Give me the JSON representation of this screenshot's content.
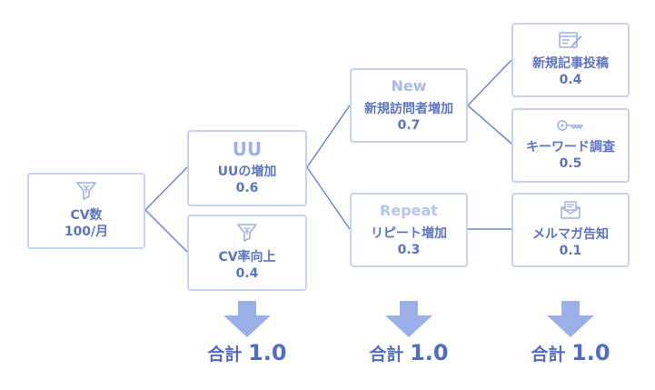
{
  "nodes": {
    "cv": {
      "title": "CV数",
      "value": "100/月",
      "icon": "yen-funnel-icon"
    },
    "uu": {
      "tag": "UU",
      "title": "UUの増加",
      "value": "0.6"
    },
    "rate": {
      "title": "CV率向上",
      "value": "0.4",
      "icon": "yen-funnel-icon"
    },
    "new": {
      "tag": "New",
      "title": "新規訪問者増加",
      "value": "0.7"
    },
    "repeat": {
      "tag": "Repeat",
      "title": "リピート増加",
      "value": "0.3"
    },
    "article": {
      "title": "新規記事投稿",
      "value": "0.4",
      "icon": "article-edit-icon"
    },
    "keyword": {
      "title": "キーワード調査",
      "value": "0.5",
      "icon": "key-icon"
    },
    "mail": {
      "title": "メルマガ告知",
      "value": "0.1",
      "icon": "newsletter-icon"
    }
  },
  "totals": [
    {
      "label": "合計",
      "value": "1.0"
    },
    {
      "label": "合計",
      "value": "1.0"
    },
    {
      "label": "合計",
      "value": "1.0"
    }
  ],
  "colors": {
    "border": "#c6d3ef",
    "text": "#5b74c3",
    "line": "#6d86d2",
    "arrow": "#9bb0e8",
    "icon": "#9eb1e6"
  }
}
